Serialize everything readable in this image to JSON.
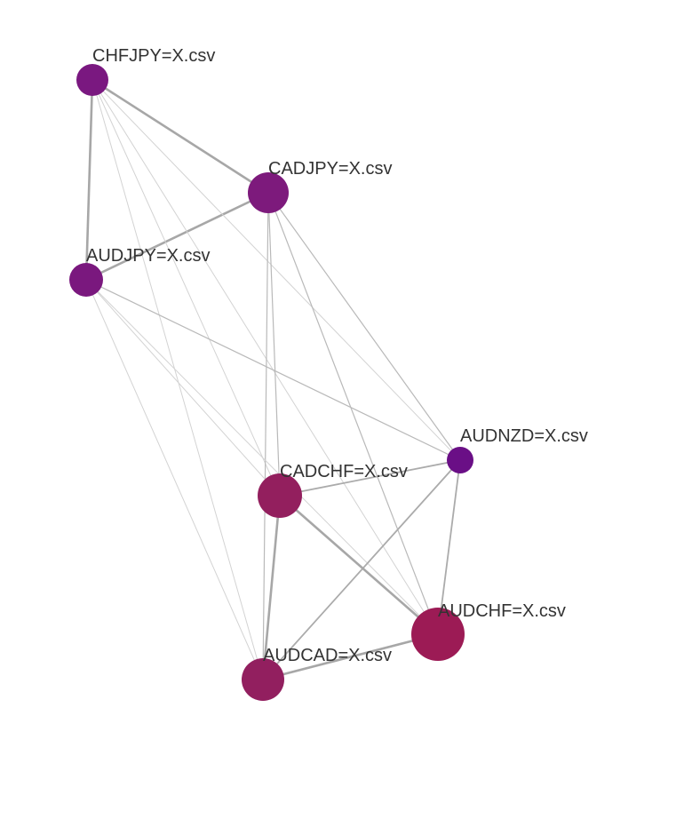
{
  "graph": {
    "nodes": [
      {
        "id": "chfjpy",
        "label": "CHFJPY=X.csv",
        "color": "#7a1880"
      },
      {
        "id": "cadjpy",
        "label": "CADJPY=X.csv",
        "color": "#7d1a7c"
      },
      {
        "id": "audjpy",
        "label": "AUDJPY=X.csv",
        "color": "#7a187e"
      },
      {
        "id": "audnzd",
        "label": "AUDNZD=X.csv",
        "color": "#6a0f86"
      },
      {
        "id": "cadchf",
        "label": "CADCHF=X.csv",
        "color": "#931f5e"
      },
      {
        "id": "audchf",
        "label": "AUDCHF=X.csv",
        "color": "#9c1b55"
      },
      {
        "id": "audcad",
        "label": "AUDCAD=X.csv",
        "color": "#921f5f"
      }
    ],
    "edges": [
      {
        "source": "chfjpy",
        "target": "cadjpy",
        "weight": "strong"
      },
      {
        "source": "chfjpy",
        "target": "audjpy",
        "weight": "strong"
      },
      {
        "source": "cadjpy",
        "target": "audjpy",
        "weight": "strong"
      },
      {
        "source": "chfjpy",
        "target": "audnzd",
        "weight": "faint"
      },
      {
        "source": "chfjpy",
        "target": "cadchf",
        "weight": "faint"
      },
      {
        "source": "chfjpy",
        "target": "audchf",
        "weight": "faint"
      },
      {
        "source": "chfjpy",
        "target": "audcad",
        "weight": "faint"
      },
      {
        "source": "cadjpy",
        "target": "audnzd",
        "weight": "light"
      },
      {
        "source": "cadjpy",
        "target": "cadchf",
        "weight": "light"
      },
      {
        "source": "cadjpy",
        "target": "audchf",
        "weight": "light"
      },
      {
        "source": "cadjpy",
        "target": "audcad",
        "weight": "light"
      },
      {
        "source": "audjpy",
        "target": "audnzd",
        "weight": "light"
      },
      {
        "source": "audjpy",
        "target": "cadchf",
        "weight": "faint"
      },
      {
        "source": "audjpy",
        "target": "audchf",
        "weight": "faint"
      },
      {
        "source": "audjpy",
        "target": "audcad",
        "weight": "faint"
      },
      {
        "source": "audnzd",
        "target": "cadchf",
        "weight": "medium"
      },
      {
        "source": "audnzd",
        "target": "audchf",
        "weight": "medium"
      },
      {
        "source": "audnzd",
        "target": "audcad",
        "weight": "medium"
      },
      {
        "source": "cadchf",
        "target": "audchf",
        "weight": "strong"
      },
      {
        "source": "cadchf",
        "target": "audcad",
        "weight": "strong"
      },
      {
        "source": "audchf",
        "target": "audcad",
        "weight": "strong"
      }
    ]
  }
}
